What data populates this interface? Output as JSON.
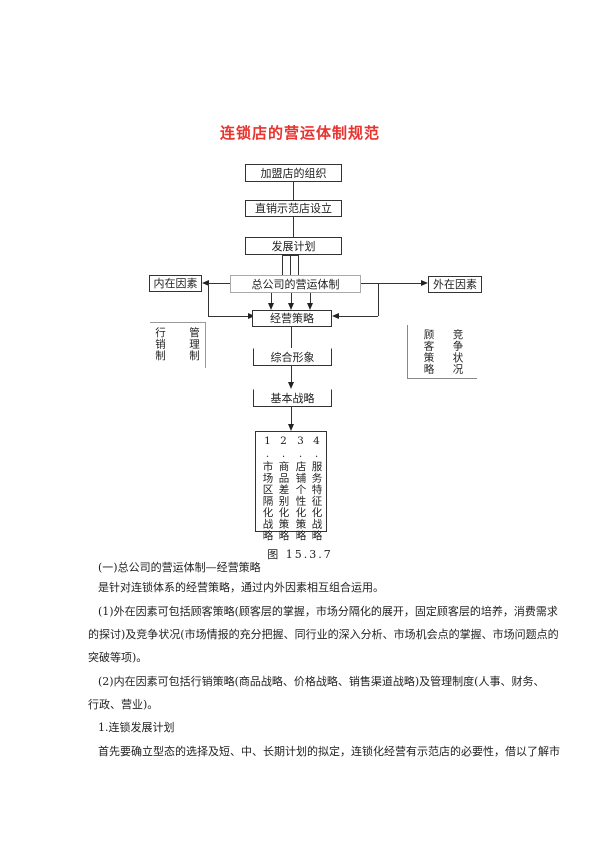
{
  "title": "连锁店的营运体制规范",
  "flow": {
    "box1": "加盟店的组织",
    "box2": "直销示范店设立",
    "box3": "发展计划",
    "box4": "总公司的营运体制",
    "box5": "经营策略",
    "box6": "综合形象",
    "box7": "基本战略",
    "left_factor": "内在因素",
    "right_factor": "外在因素",
    "left_col1": "行销制",
    "left_col2": "管理制",
    "right_col1": "顾客策略",
    "right_col2": "竞争状况",
    "strategies": [
      "1.市场区隔化战略",
      "2.商品差别化策略",
      "3.店铺个性化策略",
      "4.服务特征化战略"
    ]
  },
  "caption": "图 15.3.7",
  "text": {
    "line1": "(一)总公司的营运体制—经营策略",
    "line2": "是针对连锁体系的经营策略，通过内外因素相互组合运用。",
    "line3": "(1)外在因素可包括顾客策略(顾客层的掌握，市场分隔化的展开，固定顾客层的培养，消费需求",
    "line4": "的探讨)及竞争状况(市场情报的充分把握、同行业的深入分析、市场机会点的掌握、市场问题点的",
    "line5": "突破等项)。",
    "line6": "(2)内在因素可包括行销策略(商品战略、价格战略、销售渠道战略)及管理制度(人事、财务、",
    "line7": "行政、营业)。",
    "line8": "1.连锁发展计划",
    "line9": "首先要确立型态的选择及短、中、长期计划的拟定，连锁化经营有示范店的必要性，借以了解市"
  }
}
